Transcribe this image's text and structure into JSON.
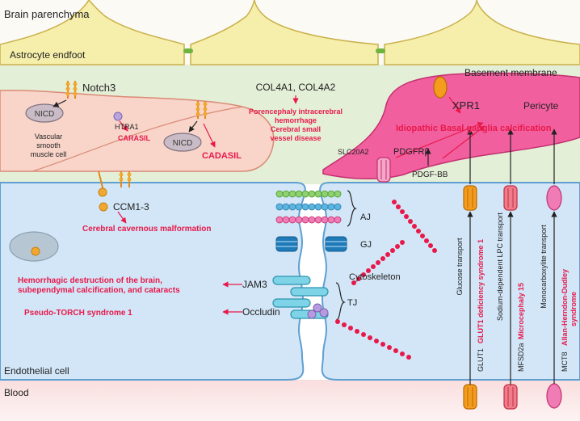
{
  "regions": {
    "brain": "Brain parenchyma",
    "astrocyte": "Astrocyte endfoot",
    "basement": "Basement membrane",
    "endothelial": "Endothelial cell",
    "blood": "Blood"
  },
  "cells": {
    "pericyte": "Pericyte",
    "vsmc_line1": "Vascular",
    "vsmc_line2": "smooth",
    "vsmc_line3": "muscle cell"
  },
  "genes": {
    "notch3": "Notch3",
    "nicd": "NICD",
    "htra1": "HTRA1",
    "col4a": "COL4A1, COL4A2",
    "xpr1": "XPR1",
    "slc20a2": "SLC20A2",
    "pdgfrb": "PDGFRβ",
    "pdgfbb": "PDGF-BB",
    "ccm": "CCM1-3",
    "jam3": "JAM3",
    "occludin": "Occludin",
    "glut1": "GLUT1",
    "mfsd2a": "MFSD2a",
    "mct8": "MCT8"
  },
  "junctions": {
    "aj": "AJ",
    "gj": "GJ",
    "tj": "TJ",
    "cytoskeleton": "Cytoskeleton"
  },
  "diseases": {
    "carasil": "CARASIL",
    "cadasil": "CADASIL",
    "col4a_line1": "Porencephaly intracerebral",
    "col4a_line2": "hemorrhage",
    "col4a_line3": "Cerebral small",
    "col4a_line4": "vessel disease",
    "ibgc": "Idiopathic Basal ganglia calcification",
    "ccm": "Cerebral cavernous malformation",
    "jam3_line1": "Hemorrhagic destruction of the brain,",
    "jam3_line2": "subependymal calcification, and cataracts",
    "ptorch": "Pseudo-TORCH syndrome 1",
    "glut1": "GLUT1 deficiency syndrome 1",
    "mfsd2a": "Microcephaly 15",
    "mct8_line1": "Allan-Herndon-Dudley",
    "mct8_line2": "syndrome"
  },
  "transport": {
    "glucose": "Glucose transport",
    "lpc": "Sodium-dependent LPC transport",
    "monocarb": "Monocarboxylite transport"
  },
  "colors": {
    "disease_red": "#e8194a",
    "endothelial_fill": "#d2e6f7",
    "basement_fill": "#e4efd7",
    "pericyte_fill": "#f25f9f",
    "vsmc_fill": "#f8d4c9",
    "astro_fill": "#f6eeab"
  }
}
